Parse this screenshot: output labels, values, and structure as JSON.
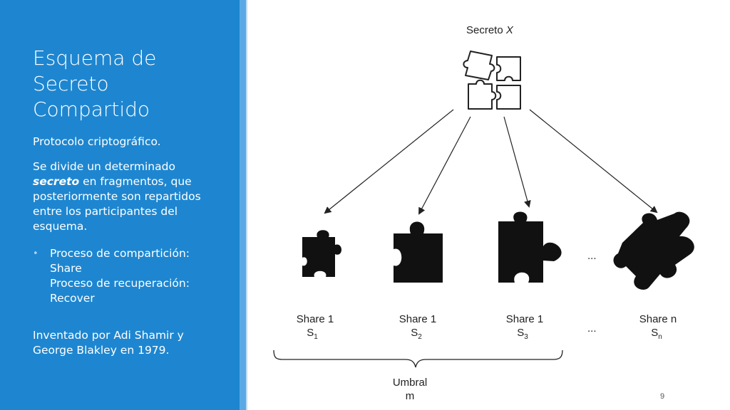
{
  "slide": {
    "title_lines": [
      "Esquema de",
      "Secreto",
      "Compartido"
    ],
    "paragraph1": "Protocolo criptográfico.",
    "paragraph2": {
      "line1": "Se divide un determinado",
      "emph": "secreto",
      "line2_rest": " en fragmentos, que",
      "line3": "posteriormente son repartidos",
      "line4": "entre los participantes del",
      "line5": "esquema."
    },
    "bullet_lines": [
      "Proceso de compartición:",
      "Share",
      "Proceso de recuperación:",
      "Recover"
    ],
    "paragraph3": [
      "Inventado por Adi Shamir y",
      "George Blakley en 1979."
    ],
    "slide_number": "9"
  },
  "diagram": {
    "secret_label": "Secreto",
    "secret_var": "X",
    "shares": [
      {
        "name": "Share 1",
        "symbol": "S",
        "index": "1"
      },
      {
        "name": "Share 1",
        "symbol": "S",
        "index": "2"
      },
      {
        "name": "Share 1",
        "symbol": "S",
        "index": "3"
      },
      {
        "name": "Share n",
        "symbol": "S",
        "index": "n"
      }
    ],
    "ellipsis": "...",
    "threshold_label": "Umbral",
    "threshold_var": "m",
    "colors": {
      "panel": "#1e86d0",
      "accent": "#5aa9e6",
      "piece": "#111111"
    }
  }
}
